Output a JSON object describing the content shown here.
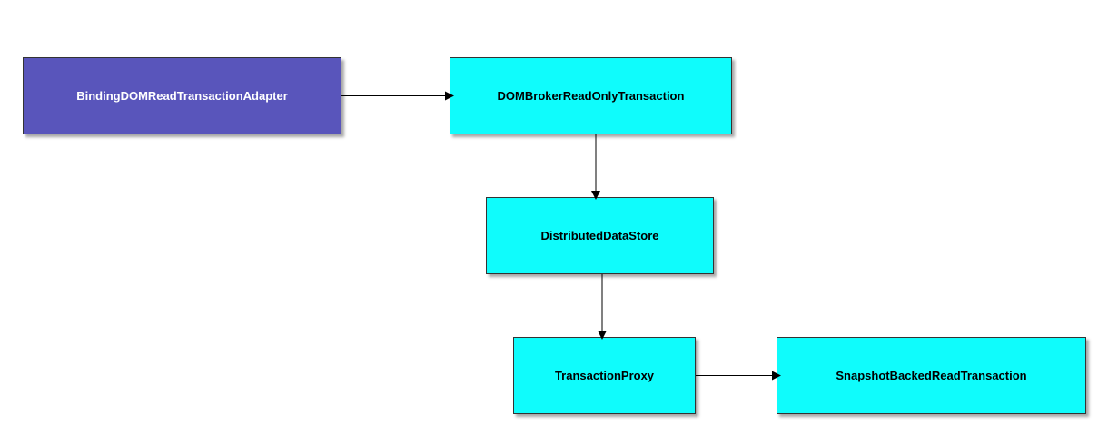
{
  "colors": {
    "primary_fill": "#5955bb",
    "secondary_fill": "#0ffcfc",
    "edge": "#000000"
  },
  "nodes": {
    "binding": {
      "label": "BindingDOMReadTransactionAdapter",
      "style": "primary"
    },
    "dombroker": {
      "label": "DOMBrokerReadOnlyTransaction",
      "style": "secondary"
    },
    "distds": {
      "label": "DistributedDataStore",
      "style": "secondary"
    },
    "txproxy": {
      "label": "TransactionProxy",
      "style": "secondary"
    },
    "snapshot": {
      "label": "SnapshotBackedReadTransaction",
      "style": "secondary"
    }
  },
  "edges": [
    {
      "from": "binding",
      "to": "dombroker"
    },
    {
      "from": "dombroker",
      "to": "distds"
    },
    {
      "from": "distds",
      "to": "txproxy"
    },
    {
      "from": "txproxy",
      "to": "snapshot"
    }
  ]
}
